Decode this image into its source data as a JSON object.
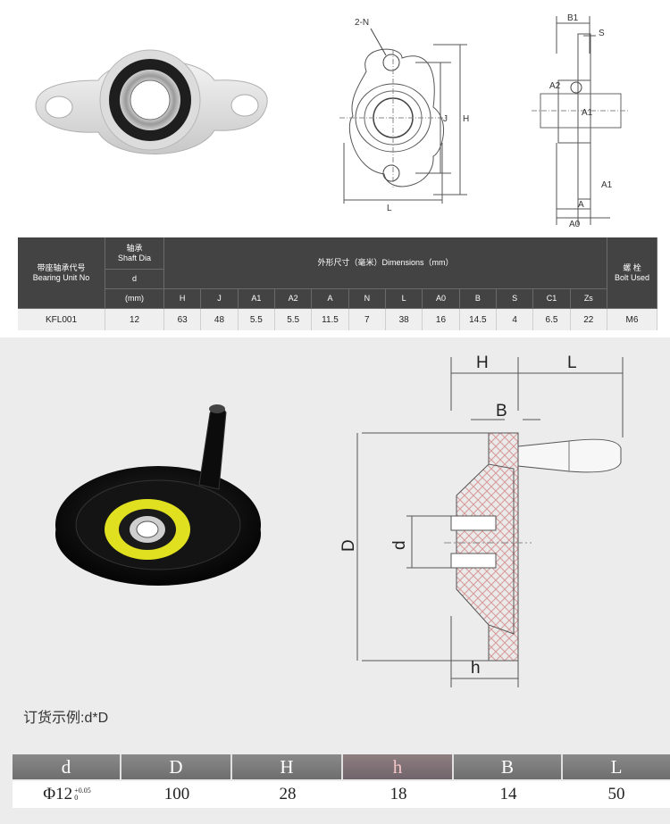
{
  "bearing_diagram": {
    "front_labels": {
      "holes": "2-N",
      "j": "J",
      "h": "H",
      "l": "L"
    },
    "side_labels": {
      "b1": "B1",
      "s": "S",
      "a2": "A2",
      "a1_top": "A1",
      "a1_bottom": "A1",
      "a": "A",
      "a0": "A0"
    }
  },
  "bearing_table": {
    "col_unit_label_cn": "带座轴承代号",
    "col_unit_label_en": "Bearing Unit No",
    "col_shaft_cn": "轴承",
    "col_shaft_en": "Shaft Dia",
    "col_shaft_sub": "d",
    "col_dims_label": "外形尺寸（毫米）Dimensions（mm）",
    "col_bolt_cn": "螺 栓",
    "col_bolt_en": "Bolt Used",
    "mm_label": "(mm)",
    "dim_headers": [
      "H",
      "J",
      "A1",
      "A2",
      "A",
      "N",
      "L",
      "A0",
      "B",
      "S",
      "C1",
      "Zs"
    ],
    "row": {
      "unit": "KFL001",
      "shaft": "12",
      "dims": [
        "63",
        "48",
        "5.5",
        "5.5",
        "11.5",
        "7",
        "38",
        "16",
        "14.5",
        "4",
        "6.5",
        "22"
      ],
      "bolt": "M6"
    }
  },
  "handwheel_diagram": {
    "labels": {
      "h_top": "H",
      "l_top": "L",
      "b": "B",
      "d_big": "D",
      "d_small": "d",
      "h_bottom": "h"
    }
  },
  "order_example": "订货示例:d*D",
  "handwheel_table": {
    "headers": [
      "d",
      "D",
      "H",
      "h",
      "B",
      "L"
    ],
    "values": {
      "d_prefix": "Φ12",
      "d_tol_upper": "+0.05",
      "d_tol_lower": "0",
      "D": "100",
      "H": "28",
      "h": "18",
      "B": "14",
      "L": "50"
    }
  },
  "colors": {
    "table_header": "#434343",
    "wheel_black": "#111111",
    "wheel_yellow": "#e0e020",
    "hatch": "#d89898"
  }
}
